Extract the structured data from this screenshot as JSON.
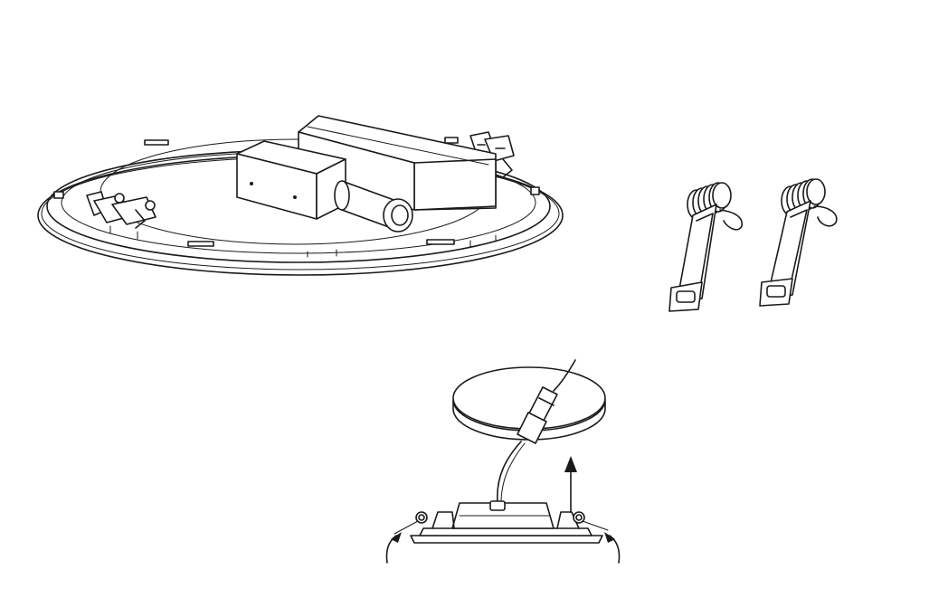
{
  "diagram": {
    "parts": [
      {
        "name": "led-panel-light"
      },
      {
        "name": "spring-clips"
      },
      {
        "name": "installation-step"
      }
    ]
  }
}
